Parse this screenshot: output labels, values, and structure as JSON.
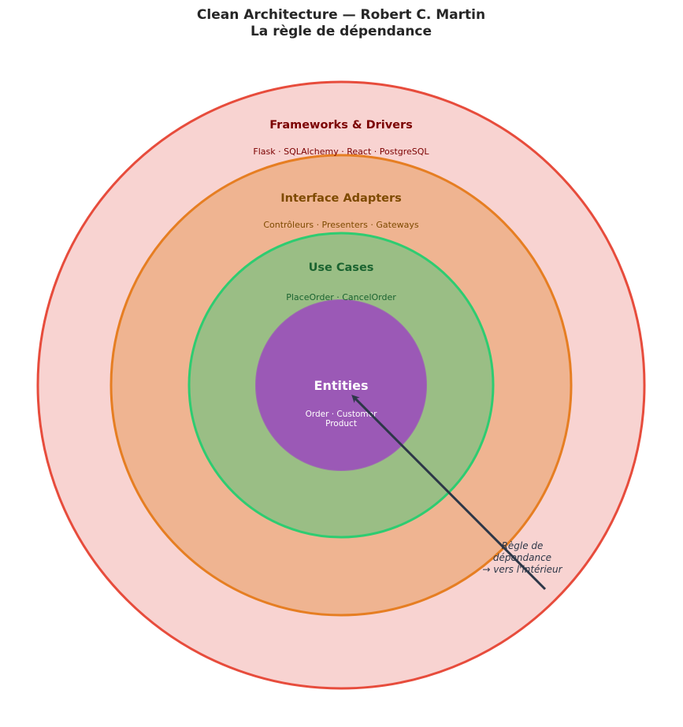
{
  "title_line1": "Clean Architecture — Robert C. Martin",
  "title_line2": "La règle de dépendance",
  "layers": {
    "frameworks": {
      "label": "Frameworks & Drivers",
      "items": "Flask · SQLAlchemy · React · PostgreSQL",
      "fill": "#f8d3d1",
      "stroke": "#e74c3c",
      "text": "#7b0000"
    },
    "adapters": {
      "label": "Interface Adapters",
      "items": "Contrôleurs · Presenters · Gateways",
      "fill": "#efb491",
      "stroke": "#e67e22",
      "text": "#7e4a00"
    },
    "usecases": {
      "label": "Use Cases",
      "items": "PlaceOrder · CancelOrder",
      "fill": "#9abe85",
      "stroke": "#2ecc71",
      "text": "#1a6330"
    },
    "entities": {
      "label": "Entities",
      "items_line1": "Order · Customer",
      "items_line2": "Product",
      "fill": "#9b59b6",
      "stroke": "#9b59b6",
      "text": "#ffffff"
    }
  },
  "arrow": {
    "color": "#2d3748",
    "note_line1": "Règle de",
    "note_line2": "dépendance",
    "note_line3": "→ vers l'intérieur"
  }
}
